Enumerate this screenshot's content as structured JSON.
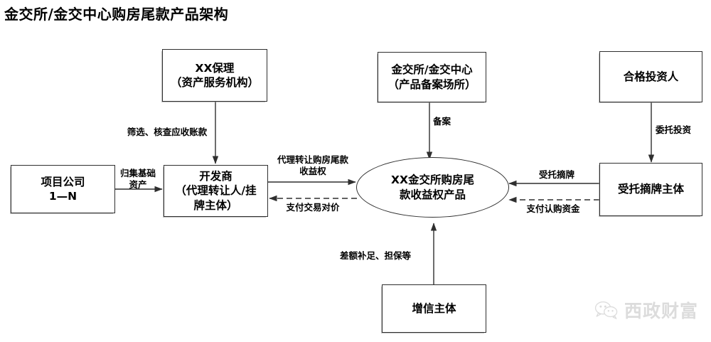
{
  "title": "金交所/金交中心购房尾款产品架构",
  "nodes": [
    {
      "id": "factoring",
      "label": "XX保理\n（资产服务机构）"
    },
    {
      "id": "exchange",
      "label": "金交所/金交中心\n（产品备案场所）"
    },
    {
      "id": "investor",
      "label": "合格投资人"
    },
    {
      "id": "projectco",
      "label": "项目公司\n1—N"
    },
    {
      "id": "developer",
      "label": "开发商\n（代理转让人/挂\n牌主体）"
    },
    {
      "id": "product",
      "label": "XX金交所购房尾\n款收益权产品"
    },
    {
      "id": "bidder",
      "label": "受托摘牌主体"
    },
    {
      "id": "enhancer",
      "label": "增信主体"
    }
  ],
  "edges": [
    {
      "id": "screen-receivables",
      "label": "筛选、核查应收账款",
      "style": "solid"
    },
    {
      "id": "pool-assets",
      "label": "归集基础\n资产",
      "style": "solid"
    },
    {
      "id": "transfer-rights",
      "label": "代理转让购房尾款\n收益权",
      "style": "solid"
    },
    {
      "id": "pay-consideration",
      "label": "支付交易对价",
      "style": "dashed"
    },
    {
      "id": "filing",
      "label": "备案",
      "style": "solid"
    },
    {
      "id": "entrusted-invest",
      "label": "委托投资",
      "style": "solid"
    },
    {
      "id": "entrusted-bid",
      "label": "受托摘牌",
      "style": "solid"
    },
    {
      "id": "pay-subscription",
      "label": "支付认购资金",
      "style": "dashed"
    },
    {
      "id": "credit-support",
      "label": "差额补足、担保等",
      "style": "solid"
    }
  ],
  "watermark": {
    "icon": "wechat-icon",
    "text": "西政财富"
  },
  "colors": {
    "stroke": "#2f2f2f",
    "background": "#ffffff",
    "text": "#000000",
    "watermark": "#8e8e8e"
  }
}
